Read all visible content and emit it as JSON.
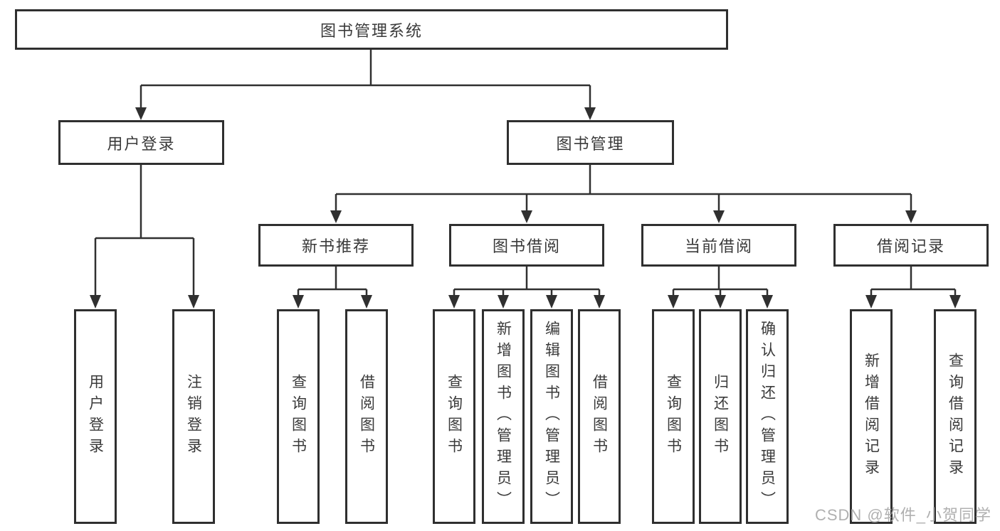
{
  "diagram": {
    "root": {
      "label": "图书管理系统"
    },
    "branches": [
      {
        "label": "用户登录",
        "children": [
          {
            "label": "用户登录"
          },
          {
            "label": "注销登录"
          }
        ]
      },
      {
        "label": "图书管理",
        "children": [
          {
            "label": "新书推荐",
            "children": [
              {
                "label": "查询图书"
              },
              {
                "label": "借阅图书"
              }
            ]
          },
          {
            "label": "图书借阅",
            "children": [
              {
                "label": "查询图书"
              },
              {
                "label": "新增图书（管理员）"
              },
              {
                "label": "编辑图书（管理员）"
              },
              {
                "label": "借阅图书"
              }
            ]
          },
          {
            "label": "当前借阅",
            "children": [
              {
                "label": "查询图书"
              },
              {
                "label": "归还图书"
              },
              {
                "label": "确认归还（管理员）"
              }
            ]
          },
          {
            "label": "借阅记录",
            "children": [
              {
                "label": "新增借阅记录"
              },
              {
                "label": "查询借阅记录"
              }
            ]
          }
        ]
      }
    ]
  },
  "watermark": {
    "text": "CSDN @软件_小贺同学"
  },
  "colors": {
    "line": "#303030",
    "box_border": "#2f2f2f",
    "text": "#3a3a3a",
    "watermark": "#acacac",
    "background": "#ffffff"
  }
}
